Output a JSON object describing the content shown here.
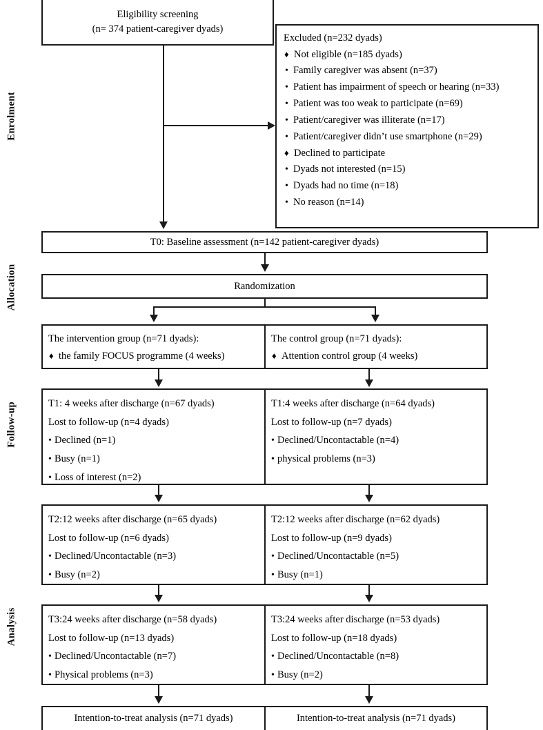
{
  "stages": [
    {
      "name": "enrolment",
      "label": "Enrolment"
    },
    {
      "name": "allocation",
      "label": "Allocation"
    },
    {
      "name": "followup",
      "label": "Follow-up"
    },
    {
      "name": "analysis",
      "label": "Analysis"
    }
  ],
  "screening": {
    "line1": "Eligibility screening",
    "line2": "(n= 374 patient-caregiver dyads)"
  },
  "excluded": {
    "heading": "Excluded (n=232 dyads)",
    "items": [
      {
        "marker": "diamond",
        "text": "Not eligible (n=185 dyads)"
      },
      {
        "marker": "circle",
        "text": "Family caregiver was absent (n=37)"
      },
      {
        "marker": "circle",
        "text": "Patient has impairment of speech or hearing (n=33)"
      },
      {
        "marker": "circle",
        "text": "Patient was too weak to participate (n=69)"
      },
      {
        "marker": "circle",
        "text": "Patient/caregiver was illiterate (n=17)"
      },
      {
        "marker": "circle",
        "text": "Patient/caregiver didn’t use smartphone (n=29)"
      },
      {
        "marker": "diamond",
        "text": "Declined to participate"
      },
      {
        "marker": "circle",
        "text": "Dyads not interested (n=15)"
      },
      {
        "marker": "circle",
        "text": "Dyads had no time (n=18)"
      },
      {
        "marker": "circle",
        "text": "No reason (n=14)"
      }
    ]
  },
  "baseline": {
    "label": "T0: Baseline assessment (n=142 patient-caregiver dyads)"
  },
  "randomization": {
    "label": "Randomization"
  },
  "allocation": {
    "intervention": {
      "line1": "The intervention group (n=71 dyads):",
      "line2": "the family FOCUS programme (4 weeks)"
    },
    "control": {
      "line1": "The control group (n=71 dyads):",
      "line2": "Attention control group (4 weeks)"
    }
  },
  "t1": {
    "intervention": {
      "header": "T1: 4 weeks after discharge (n=67 dyads)",
      "lost": "Lost to follow-up (n=4 dyads)",
      "reasons": [
        "Declined (n=1)",
        "Busy (n=1)",
        "Loss of interest (n=2)"
      ]
    },
    "control": {
      "header": "T1:4 weeks after discharge (n=64 dyads)",
      "lost": "Lost to follow-up (n=7 dyads)",
      "reasons": [
        "Declined/Uncontactable (n=4)",
        "physical problems (n=3)"
      ]
    }
  },
  "t2": {
    "intervention": {
      "header": "T2:12 weeks after discharge (n=65 dyads)",
      "lost": "Lost to follow-up (n=6 dyads)",
      "reasons": [
        "Declined/Uncontactable (n=3)",
        "Busy (n=2)"
      ]
    },
    "control": {
      "header": "T2:12 weeks after discharge (n=62 dyads)",
      "lost": "Lost to follow-up (n=9 dyads)",
      "reasons": [
        "Declined/Uncontactable (n=5)",
        "Busy (n=1)"
      ]
    }
  },
  "t3": {
    "intervention": {
      "header": "T3:24 weeks after discharge (n=58 dyads)",
      "lost": "Lost to follow-up (n=13 dyads)",
      "reasons": [
        "Declined/Uncontactable (n=7)",
        "Physical problems (n=3)"
      ]
    },
    "control": {
      "header": "T3:24 weeks after discharge (n=53 dyads)",
      "lost": "Lost to follow-up (n=18 dyads)",
      "reasons": [
        "Declined/Uncontactable (n=8)",
        "Busy (n=2)"
      ]
    }
  },
  "analysis": {
    "intervention": "Intention-to-treat analysis (n=71 dyads)",
    "control": "Intention-to-treat analysis (n=71 dyads)"
  },
  "colors": {
    "line": "#1a1a1a",
    "background": "#ffffff",
    "text": "#000000"
  }
}
